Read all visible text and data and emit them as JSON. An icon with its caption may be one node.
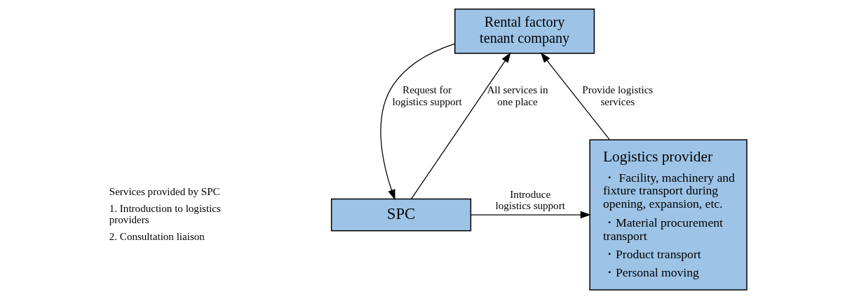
{
  "diagram": {
    "nodes": [
      {
        "text": [
          "Rental factory tenant company"
        ]
      },
      {
        "text": [
          "Logistics provider",
          "・ Facility, machinery and fixture transport during opening, expansion, etc.",
          "・Material procurement transport",
          "・Product transport",
          "・Personal moving"
        ]
      },
      {
        "text": [
          "SPC"
        ]
      }
    ],
    "edges": [
      {
        "from": 2,
        "to": 0,
        "arrow": "to",
        "label": "All services in one place"
      },
      {
        "from": 0,
        "to": 2,
        "arrow": "to",
        "label": "Request for logistics support"
      },
      {
        "from": 1,
        "to": 0,
        "arrow": "to",
        "label": "Provide logistics services"
      },
      {
        "from": 2,
        "to": 1,
        "arrow": "to",
        "label": "Introduce logistics support"
      }
    ],
    "labels": [
      "Services provided by SPC",
      "1. Introduction to logistics providers",
      "2. Consultation liaison"
    ]
  }
}
